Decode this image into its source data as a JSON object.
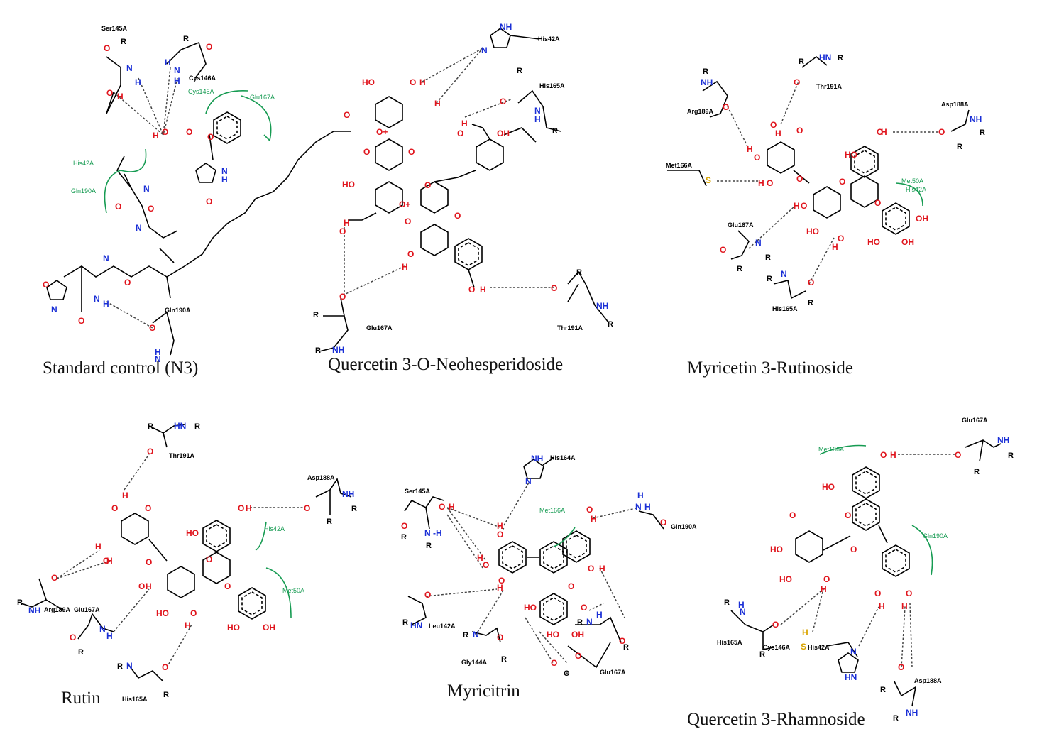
{
  "panels": [
    {
      "id": "n3",
      "caption": "Standard control (N3)",
      "residue_labels": [
        "Ser145A",
        "Cys146A",
        "Gln190A"
      ],
      "hydrophobic_labels": [
        "Cys146A",
        "Glu167A",
        "His42A",
        "Gln190A"
      ]
    },
    {
      "id": "q3n",
      "caption": "Quercetin 3-O-Neohesperidoside",
      "residue_labels": [
        "His42A",
        "His165A",
        "Glu167A",
        "Thr191A"
      ],
      "hydrophobic_labels": []
    },
    {
      "id": "m3r",
      "caption": "Myricetin 3-Rutinoside",
      "residue_labels": [
        "Arg189A",
        "Thr191A",
        "Asp188A",
        "Met166A",
        "Glu167A",
        "His165A"
      ],
      "hydrophobic_labels": [
        "Met50A",
        "His42A"
      ]
    },
    {
      "id": "rutin",
      "caption": "Rutin",
      "residue_labels": [
        "Thr191A",
        "Asp188A",
        "Arg189A",
        "Glu167A",
        "His165A"
      ],
      "hydrophobic_labels": [
        "His42A",
        "Met50A"
      ]
    },
    {
      "id": "myricitrin",
      "caption": "Myricitrin",
      "residue_labels": [
        "His164A",
        "Ser145A",
        "Gln190A",
        "Leu142A",
        "Gly144A",
        "Glu167A"
      ],
      "hydrophobic_labels": [
        "Met166A"
      ]
    },
    {
      "id": "q3r",
      "caption": "Quercetin 3-Rhamnoside",
      "residue_labels": [
        "Glu167A",
        "His165A",
        "Cys146A",
        "His42A",
        "Asp188A"
      ],
      "hydrophobic_labels": [
        "Met166A",
        "Gln190A"
      ]
    }
  ],
  "atom_colors": {
    "oxygen": "#e0141c",
    "nitrogen": "#1a2fd6",
    "sulfur": "#d9a400",
    "hydrophobic": "#169b52"
  }
}
